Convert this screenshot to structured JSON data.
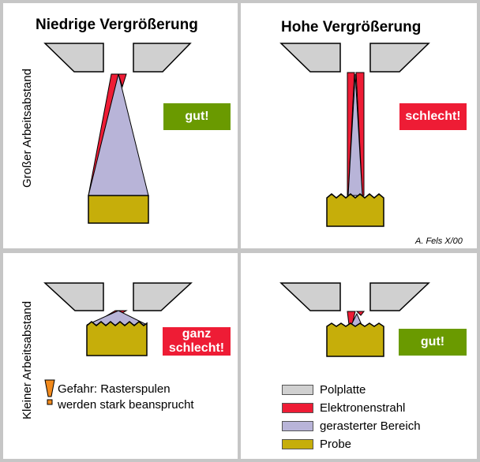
{
  "headings": {
    "low_magnification": "Niedrige Vergrößerung",
    "high_magnification": "Hohe Vergrößerung"
  },
  "row_labels": {
    "large_distance": "Großer Arbeitsabstand",
    "small_distance": "Kleiner Arbeitsabstand"
  },
  "ratings": {
    "top_left": "gut!",
    "top_right": "schlecht!",
    "bottom_left": "ganz schlecht!",
    "bottom_right": "gut!"
  },
  "credit": "A. Fels X/00",
  "warning": {
    "line1": "Gefahr: Rasterspulen",
    "line2": "werden stark beansprucht"
  },
  "legend": [
    {
      "label": "Polplatte",
      "color": "#d0d0d0"
    },
    {
      "label": "Elektronenstrahl",
      "color": "#ee1c35"
    },
    {
      "label": "gerasterter Bereich",
      "color": "#b8b4d8"
    },
    {
      "label": "Probe",
      "color": "#c6ae0a"
    }
  ],
  "colors": {
    "good": "#6a9a00",
    "bad": "#ee1c35",
    "warning_icon": "#f28a1c"
  }
}
